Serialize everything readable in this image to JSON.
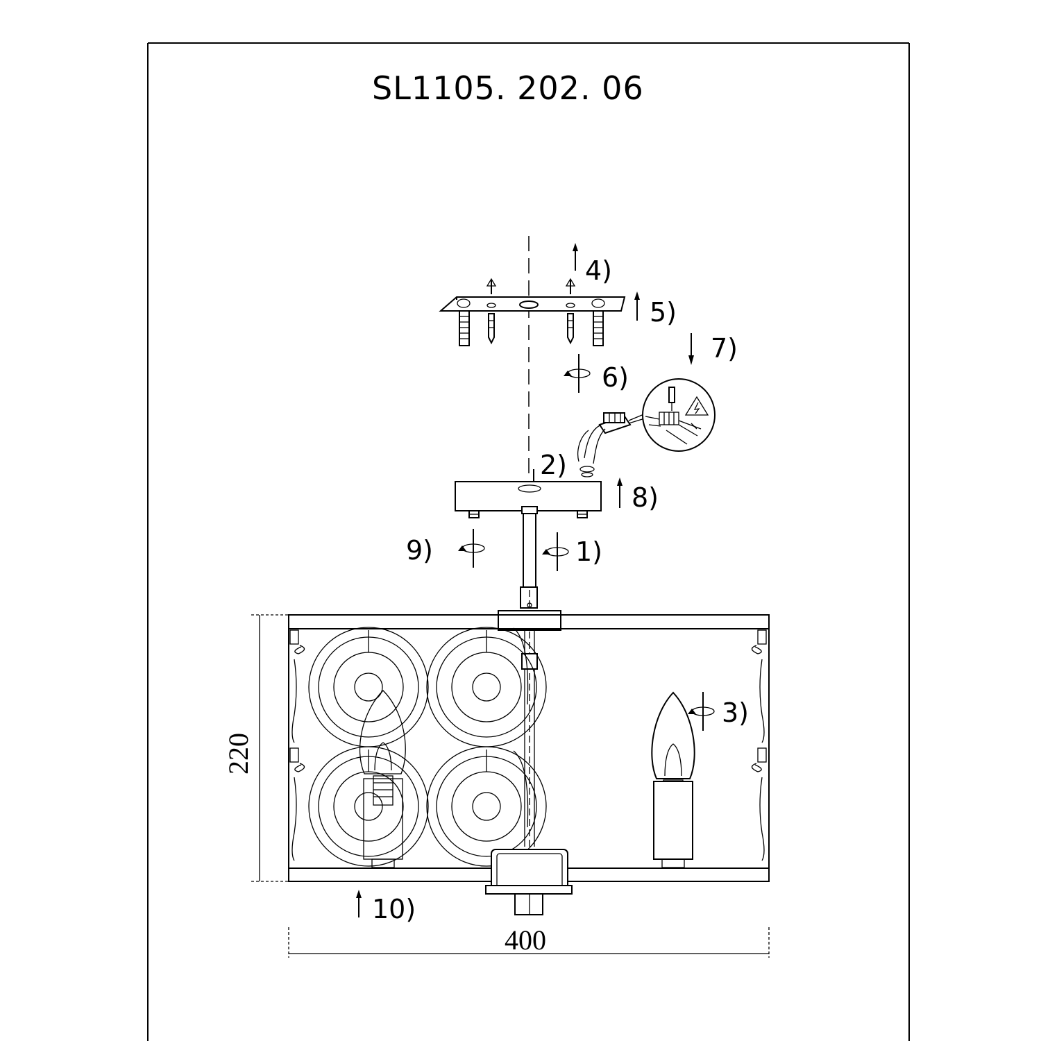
{
  "title": "SL1105. 202. 06",
  "steps": {
    "s1": "1)",
    "s2": "2)",
    "s3": "3)",
    "s4": "4)",
    "s5": "5)",
    "s6": "6)",
    "s7": "7)",
    "s8": "8)",
    "s9": "9)",
    "s10": "10)"
  },
  "dimensions": {
    "height": "220",
    "width": "400"
  },
  "icons": {
    "hazard": "electric-hazard-icon",
    "arrow": "arrow-icon",
    "rotate": "rotate-icon"
  }
}
